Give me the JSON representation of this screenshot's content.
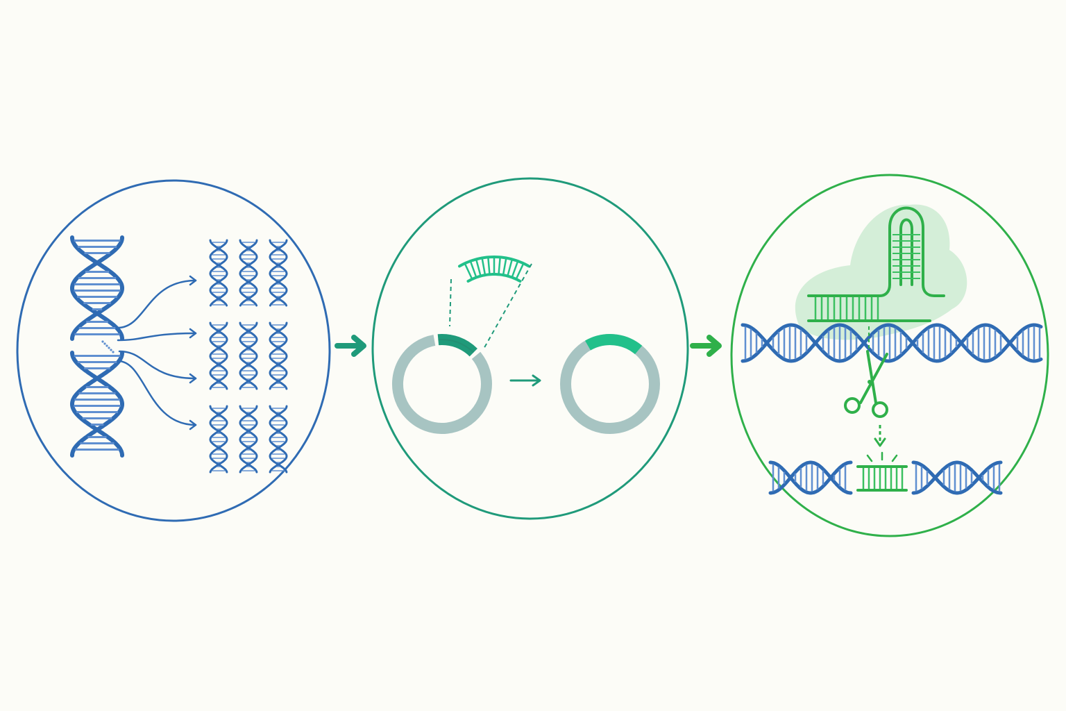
{
  "colors": {
    "background": "#fcfcf7",
    "blue": "#2f6bb3",
    "blue_light": "#5f8fd0",
    "teal": "#1f9a7a",
    "teal_bright": "#22c08a",
    "green": "#2fb04a",
    "green_bright": "#3ac060",
    "plasmid_grey": "#a7c4c2",
    "cloud_green": "#cdebd2"
  },
  "panels": [
    {
      "id": "panel-dna-replication",
      "icons": [
        "dna-double-helix-icon",
        "branching-arrows-icon",
        "dna-copies-icon"
      ]
    },
    {
      "id": "panel-plasmid-insertion",
      "icons": [
        "dna-fragment-icon",
        "open-plasmid-icon",
        "arrow-right-icon",
        "recombinant-plasmid-icon"
      ]
    },
    {
      "id": "panel-crispr-editing",
      "icons": [
        "guide-rna-icon",
        "dna-strand-icon",
        "scissors-icon",
        "arrow-down-icon",
        "repaired-dna-icon"
      ]
    }
  ],
  "connectors": [
    "arrow-right-icon",
    "arrow-right-icon"
  ]
}
